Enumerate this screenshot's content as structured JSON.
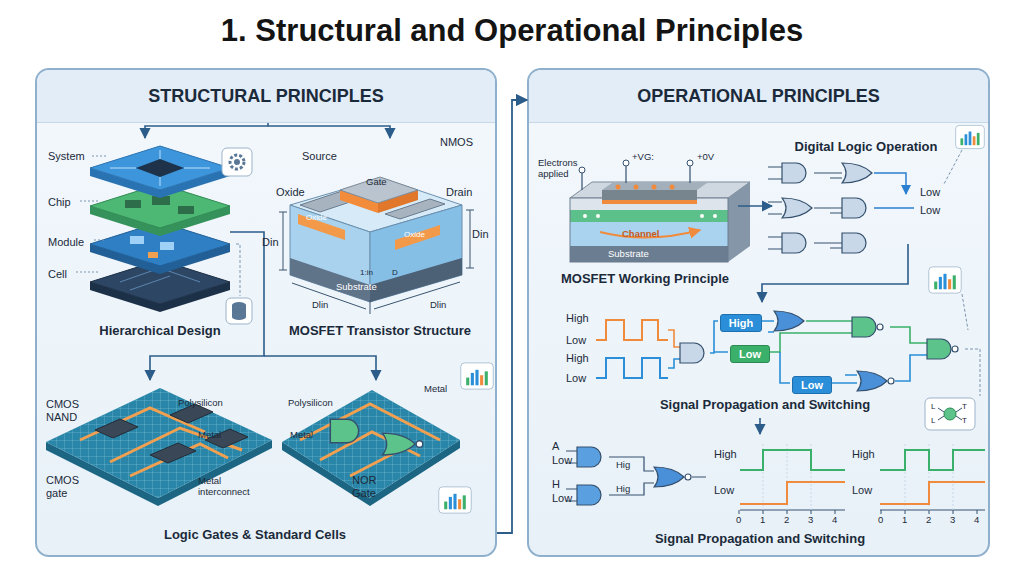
{
  "diagram": {
    "title": "1. Structural and Operational Principles",
    "nodes": [
      {
        "text": [
          "STRUCTURAL PRINCIPLES"
        ]
      },
      {
        "text": [
          "OPERATIONAL PRINCIPLES"
        ]
      },
      {
        "text": [
          "High"
        ],
        "in": 1
      },
      {
        "text": [
          "Low"
        ],
        "in": 1
      },
      {
        "text": [
          "Low"
        ],
        "in": 1
      }
    ],
    "edges": [
      {
        "from": 0,
        "to": 1,
        "arrow": "to"
      }
    ],
    "labels": [
      "System",
      "Chip",
      "Module",
      "Cell",
      "Hierarchical Design",
      "Source",
      "NMOS",
      "Gate",
      "Drain",
      "Oxide",
      "Oxide",
      "Oxide",
      "Din",
      "Din",
      "1:in",
      "D",
      "Substrate",
      "Dlin",
      "Dlin",
      "MOSFET Transistor Structure",
      "CMOS NAND",
      "Polysilicon",
      "Metal",
      "CMOS gate",
      "Metal interconnect",
      "Polysilicon",
      "Metal",
      "Metal",
      "NOR Gate",
      "Logic Gates & Standard Cells",
      "Electrons applied",
      "+VG:",
      "+0V",
      "Channel",
      "Substrate",
      "MOSFET Working Principle",
      "Digital Logic Operation",
      "Low",
      "Low",
      "High",
      "Low",
      "High",
      "Low",
      "Signal Propagation and Switching",
      "L",
      "T",
      "L",
      "T",
      "A",
      "Low",
      "H",
      "Low",
      "Hig",
      "Hig",
      "High",
      "Low",
      "0",
      "1",
      "2",
      "3",
      "4",
      "High",
      "Low",
      "0",
      "1",
      "2",
      "3",
      "4",
      "Signal Propagation and Switching"
    ]
  }
}
